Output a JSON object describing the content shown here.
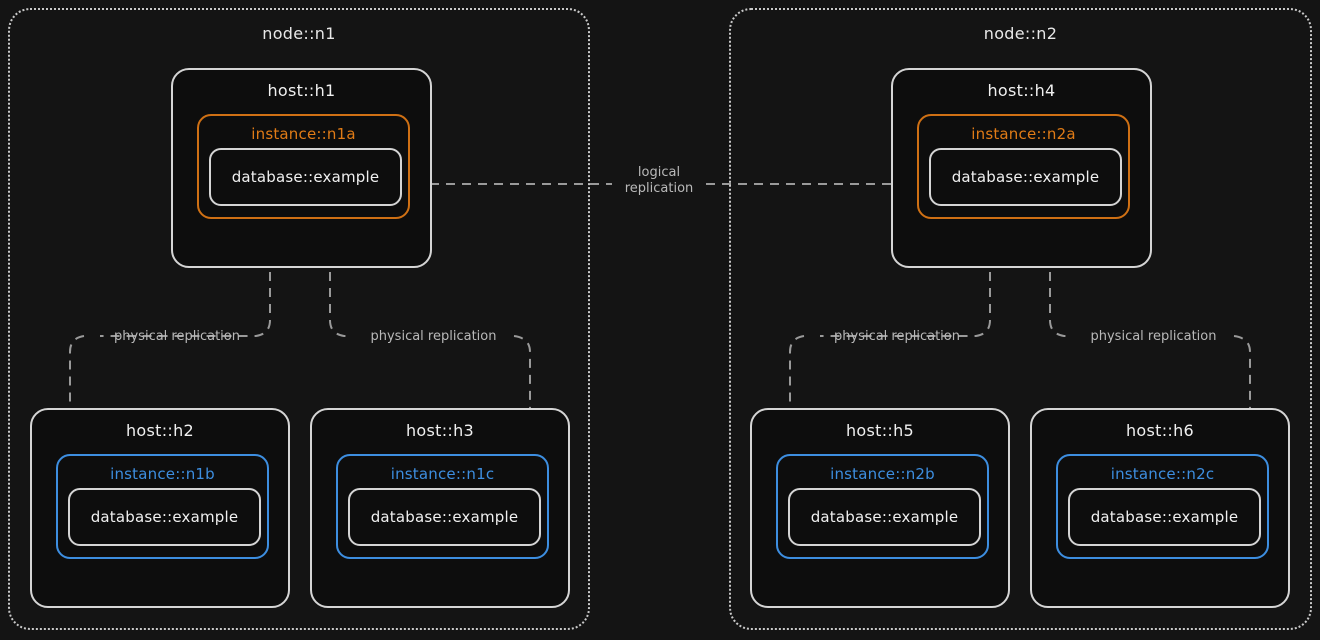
{
  "diagram": {
    "title_tokens": [
      "node",
      "host",
      "instance",
      "database"
    ],
    "colors": {
      "background": "#141414",
      "node_border": "#c9c9c9",
      "host_border": "#d5d5d5",
      "primary_instance": "#cf7014",
      "replica_instance": "#3d8ee0",
      "database_border": "#d5d5d5",
      "edge": "#9a9a9a",
      "text": "#f0f0f0"
    }
  },
  "nodes": [
    {
      "id": "n1",
      "label": "node::n1",
      "hosts": [
        {
          "id": "h1",
          "label": "host::h1",
          "instance": {
            "label": "instance::n1a",
            "role": "primary",
            "database": {
              "label": "database::example"
            }
          }
        },
        {
          "id": "h2",
          "label": "host::h2",
          "instance": {
            "label": "instance::n1b",
            "role": "replica",
            "database": {
              "label": "database::example"
            }
          }
        },
        {
          "id": "h3",
          "label": "host::h3",
          "instance": {
            "label": "instance::n1c",
            "role": "replica",
            "database": {
              "label": "database::example"
            }
          }
        }
      ]
    },
    {
      "id": "n2",
      "label": "node::n2",
      "hosts": [
        {
          "id": "h4",
          "label": "host::h4",
          "instance": {
            "label": "instance::n2a",
            "role": "primary",
            "database": {
              "label": "database::example"
            }
          }
        },
        {
          "id": "h5",
          "label": "host::h5",
          "instance": {
            "label": "instance::n2b",
            "role": "replica",
            "database": {
              "label": "database::example"
            }
          }
        },
        {
          "id": "h6",
          "label": "host::h6",
          "instance": {
            "label": "instance::n2c",
            "role": "replica",
            "database": {
              "label": "database::example"
            }
          }
        }
      ]
    }
  ],
  "edges": {
    "logical": {
      "label_line1": "logical",
      "label_line2": "replication",
      "from": "database::example (n1a)",
      "to": "database::example (n2a)",
      "style": "dashed-bidirectional"
    },
    "physical": [
      {
        "label": "physical replication",
        "from": "instance::n1b",
        "to": "instance::n1a"
      },
      {
        "label": "physical replication",
        "from": "instance::n1c",
        "to": "instance::n1a"
      },
      {
        "label": "physical replication",
        "from": "instance::n2b",
        "to": "instance::n2a"
      },
      {
        "label": "physical replication",
        "from": "instance::n2c",
        "to": "instance::n2a"
      }
    ]
  }
}
